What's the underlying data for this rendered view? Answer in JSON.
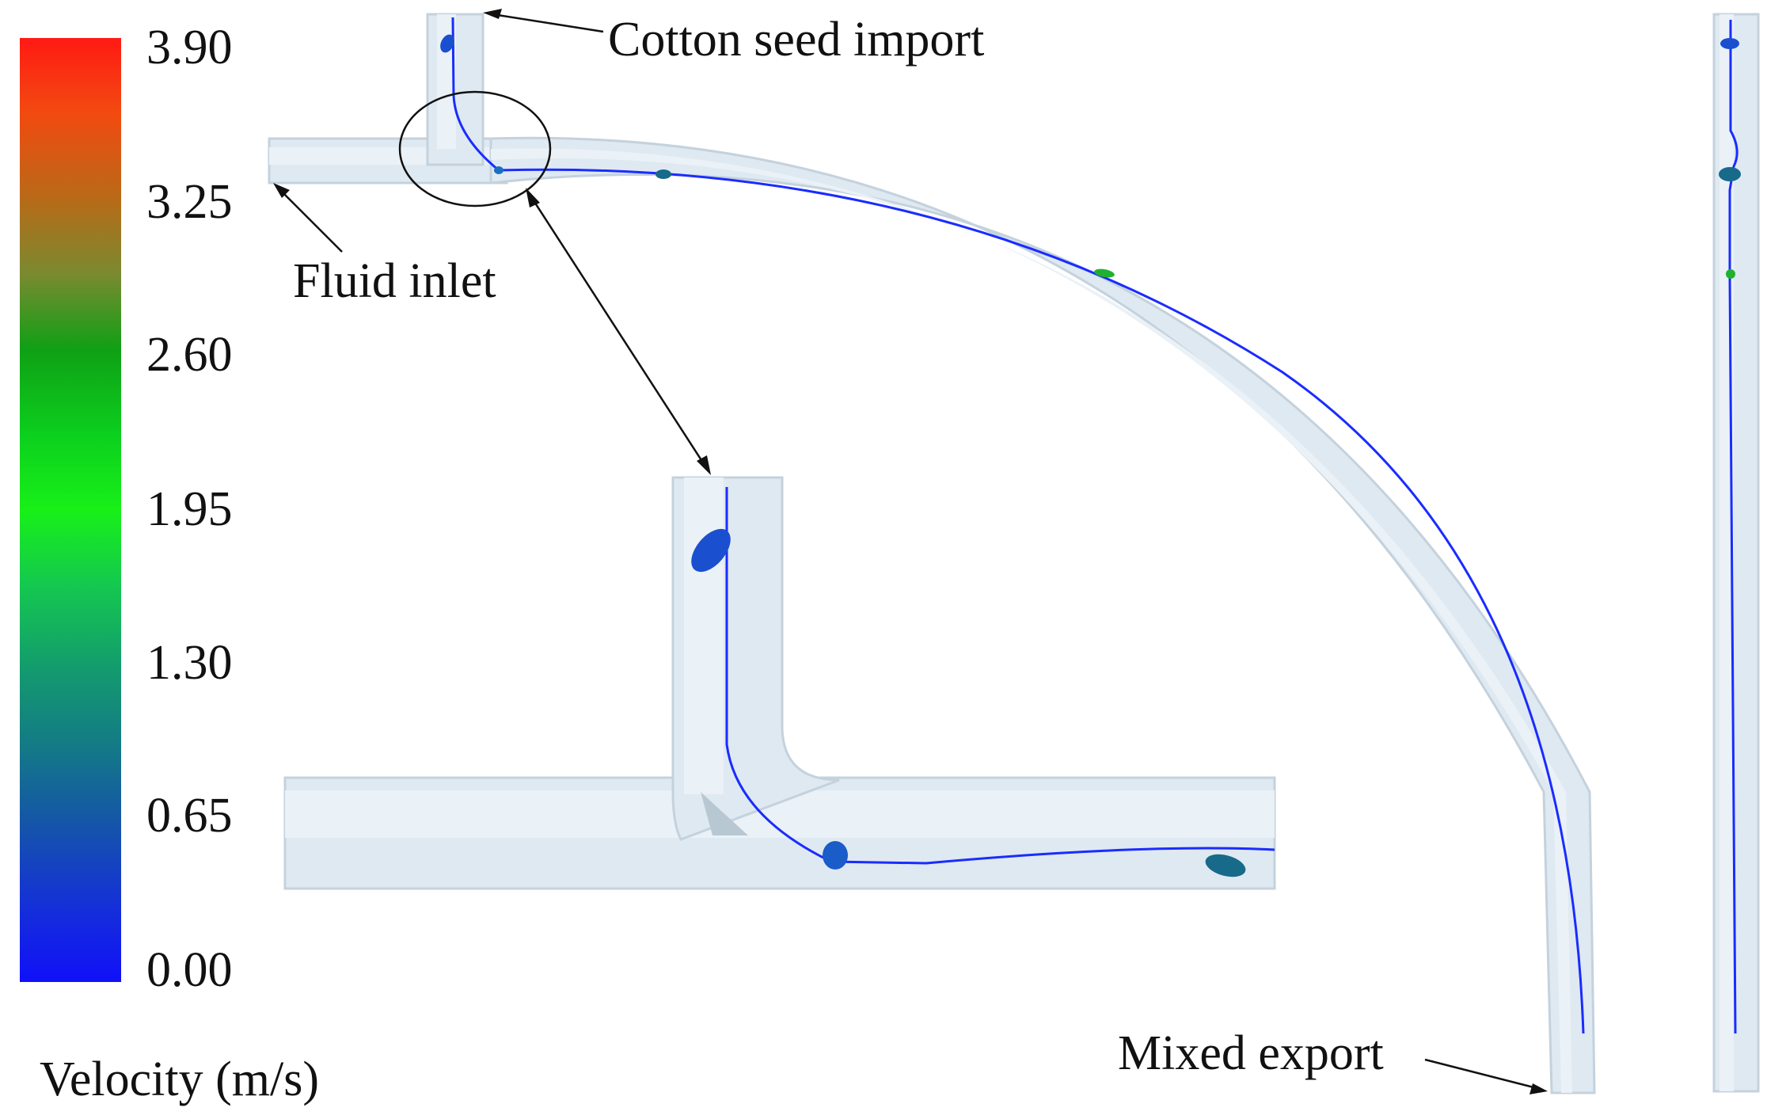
{
  "legend": {
    "title": "Velocity (m/s)",
    "ticks": [
      "3.90",
      "3.25",
      "2.60",
      "1.95",
      "1.30",
      "0.65",
      "0.00"
    ],
    "gradient_stops": [
      {
        "offset": 0.0,
        "color": "#ff1a14"
      },
      {
        "offset": 0.08,
        "color": "#f24a10"
      },
      {
        "offset": 0.17,
        "color": "#b86a18"
      },
      {
        "offset": 0.25,
        "color": "#7a8a30"
      },
      {
        "offset": 0.33,
        "color": "#0fa015"
      },
      {
        "offset": 0.42,
        "color": "#0ccf1e"
      },
      {
        "offset": 0.5,
        "color": "#18f018"
      },
      {
        "offset": 0.58,
        "color": "#14c850"
      },
      {
        "offset": 0.67,
        "color": "#139a6e"
      },
      {
        "offset": 0.75,
        "color": "#137a86"
      },
      {
        "offset": 0.83,
        "color": "#1556a8"
      },
      {
        "offset": 0.92,
        "color": "#1530d8"
      },
      {
        "offset": 1.0,
        "color": "#1010f8"
      }
    ]
  },
  "labels": {
    "cotton_seed_import": "Cotton seed import",
    "fluid_inlet": "Fluid inlet",
    "mixed_export": "Mixed export"
  },
  "colors": {
    "pipe": "#dfe9f1",
    "streamline": "#1a2cff",
    "seed_dark_blue": "#1a4fd0",
    "seed_teal": "#176a8a",
    "seed_green": "#22b030"
  }
}
